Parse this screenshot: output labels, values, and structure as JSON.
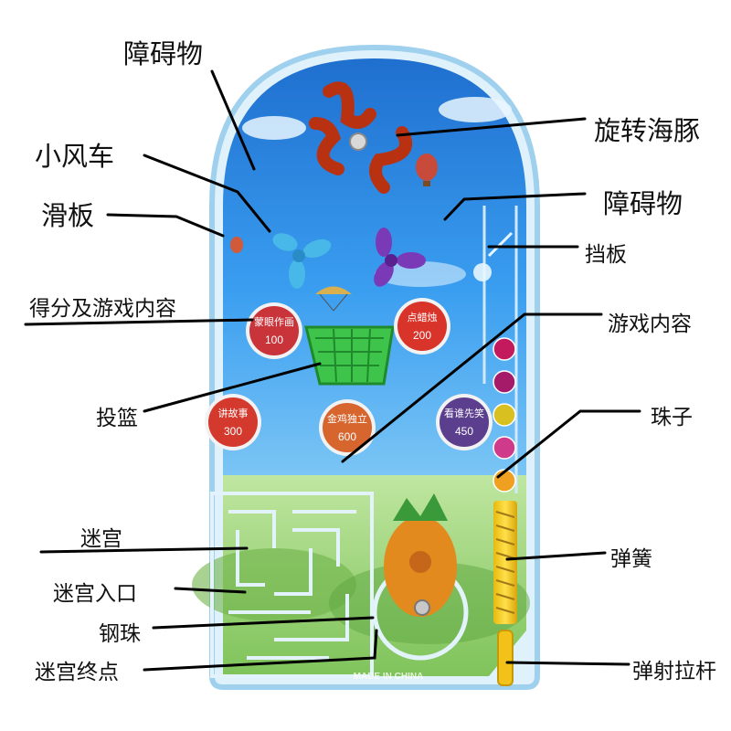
{
  "labels": {
    "obstacle_top": "障碍物",
    "dolphin": "旋转海豚",
    "pinwheel": "小风车",
    "obstacle_right": "障碍物",
    "slide": "滑板",
    "baffle": "挡板",
    "score_content": "得分及游戏内容",
    "game_content": "游戏内容",
    "basket": "投篮",
    "beads": "珠子",
    "maze": "迷宫",
    "spring": "弹簧",
    "maze_entrance": "迷宫入口",
    "steel_ball": "钢珠",
    "maze_end": "迷宫终点",
    "plunger": "弹射拉杆"
  },
  "toy": {
    "score_badges": [
      {
        "text": "蒙眼作画",
        "score": "100",
        "color": "#c9333a"
      },
      {
        "text": "点蜡烛",
        "score": "200",
        "color": "#d8342a"
      },
      {
        "text": "讲故事",
        "score": "300",
        "color": "#d4392e"
      },
      {
        "text": "金鸡独立",
        "score": "600",
        "color": "#d6652e"
      },
      {
        "text": "看谁先笑",
        "score": "450",
        "color": "#5b3f8e"
      }
    ],
    "made_in": "MADE IN CHINA",
    "bead_colors": [
      "#c21a5c",
      "#a61a6a",
      "#d8c020",
      "#d03a8a",
      "#f0a020"
    ]
  }
}
